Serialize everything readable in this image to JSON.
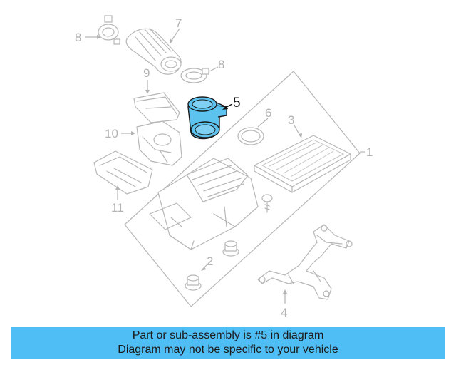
{
  "diagram": {
    "callouts": {
      "c1": "1",
      "c2": "2",
      "c3": "3",
      "c4": "4",
      "c5": "5",
      "c6": "6",
      "c7": "7",
      "c8a": "8",
      "c8b": "8",
      "c9": "9",
      "c10": "10",
      "c11": "11"
    },
    "highlight_color": "#5bc3ee",
    "highlighted_part": "5"
  },
  "banner": {
    "line1": "Part or sub-assembly is #5 in diagram",
    "line2": "Diagram may not be specific to your vehicle",
    "background": "#4fbef4"
  }
}
